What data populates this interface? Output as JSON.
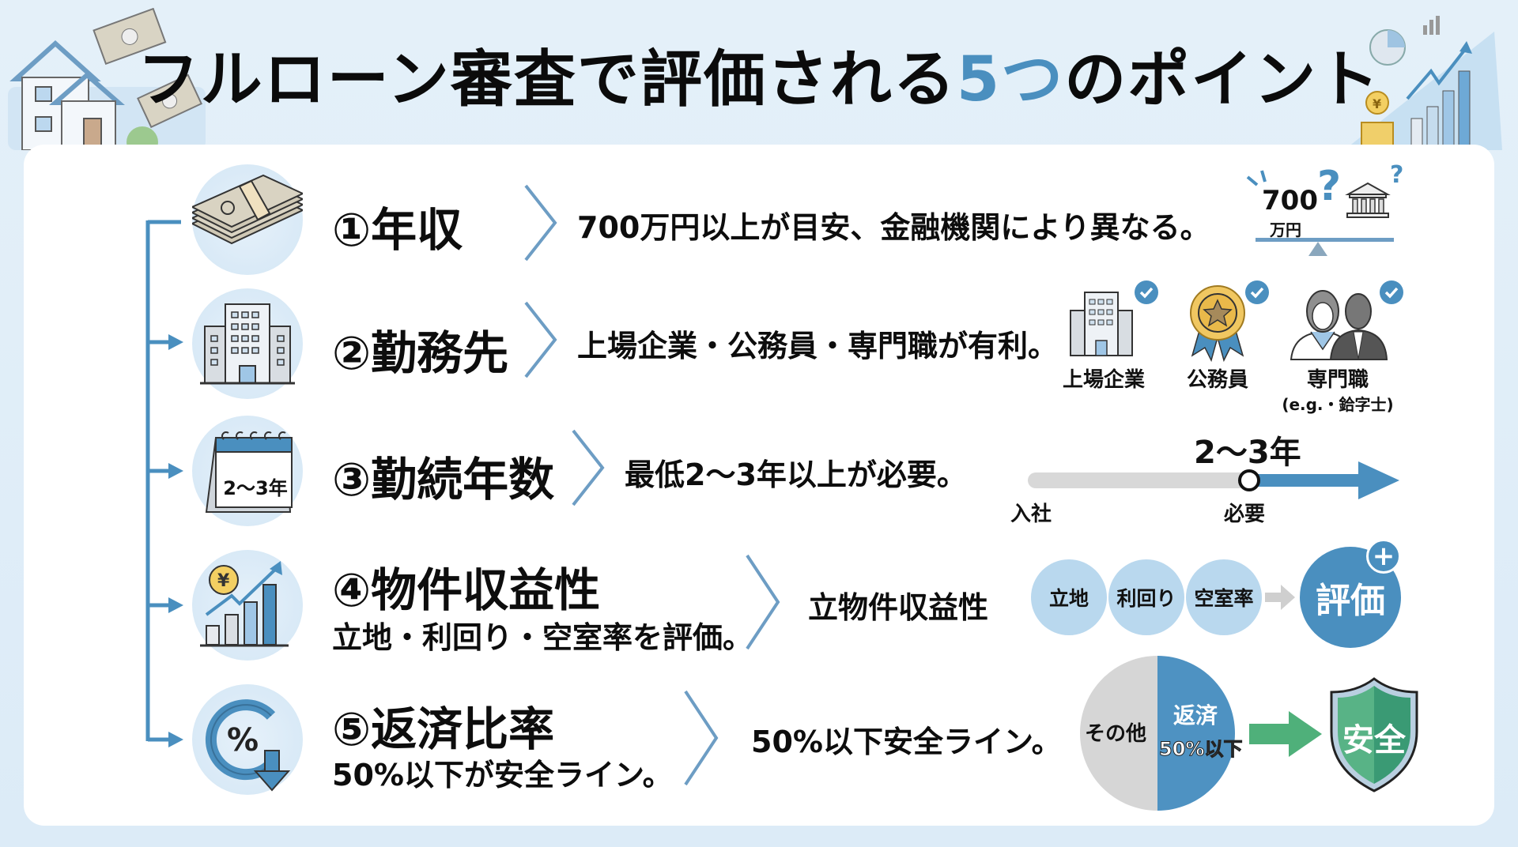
{
  "header": {
    "title_prefix": "フルローン審査で評価される",
    "title_accent": "5つ",
    "title_suffix": "のポイント",
    "accent_color": "#4a8fbf"
  },
  "points": [
    {
      "number": "①",
      "title": "年収",
      "icon": "money-stack-icon",
      "description": "700万円以上が目安、金融機関により異なる。",
      "visual": {
        "amount": "700",
        "unit": "万円",
        "question": "?",
        "icon_right": "bank-icon"
      }
    },
    {
      "number": "②",
      "title": "勤務先",
      "icon": "office-building-icon",
      "description": "上場企業・公務員・専門職が有利。",
      "visual": {
        "items": [
          {
            "label": "上場企業",
            "icon": "office-building-icon",
            "checked": true
          },
          {
            "label": "公務員",
            "icon": "medal-icon",
            "checked": true
          },
          {
            "label": "専門職",
            "sub": "(e.g.・鉿字士)",
            "icon": "professionals-icon",
            "checked": true
          }
        ]
      }
    },
    {
      "number": "③",
      "title": "勤続年数",
      "icon": "calendar-icon",
      "icon_text": "2〜3年",
      "description": "最低2〜3年以上が必要。",
      "visual": {
        "timeline_top": "2〜3年",
        "start_label": "入社",
        "marker_label": "必要"
      }
    },
    {
      "number": "④",
      "title": "物件収益性",
      "subtitle": "立地・利回り・空室率を評価。",
      "icon": "growth-chart-icon",
      "description": "立物件収益性",
      "visual": {
        "factors": [
          "立地",
          "利回り",
          "空室率"
        ],
        "result": "評価",
        "badge": "+"
      }
    },
    {
      "number": "⑤",
      "title": "返済比率",
      "subtitle": "50%以下が安全ライン。",
      "icon": "percent-down-icon",
      "description": "50%以下安全ライン。",
      "visual": {
        "pie_left": "その他",
        "pie_right_top": "返済",
        "pie_right_bottom": "50%以下",
        "result": "安全"
      }
    }
  ],
  "colors": {
    "primary_blue": "#4a8fbf",
    "light_blue": "#b9d8ee",
    "background": "#e4f0f9",
    "safe_green": "#3fa37a",
    "timeline_gray": "#d8d8d8"
  }
}
